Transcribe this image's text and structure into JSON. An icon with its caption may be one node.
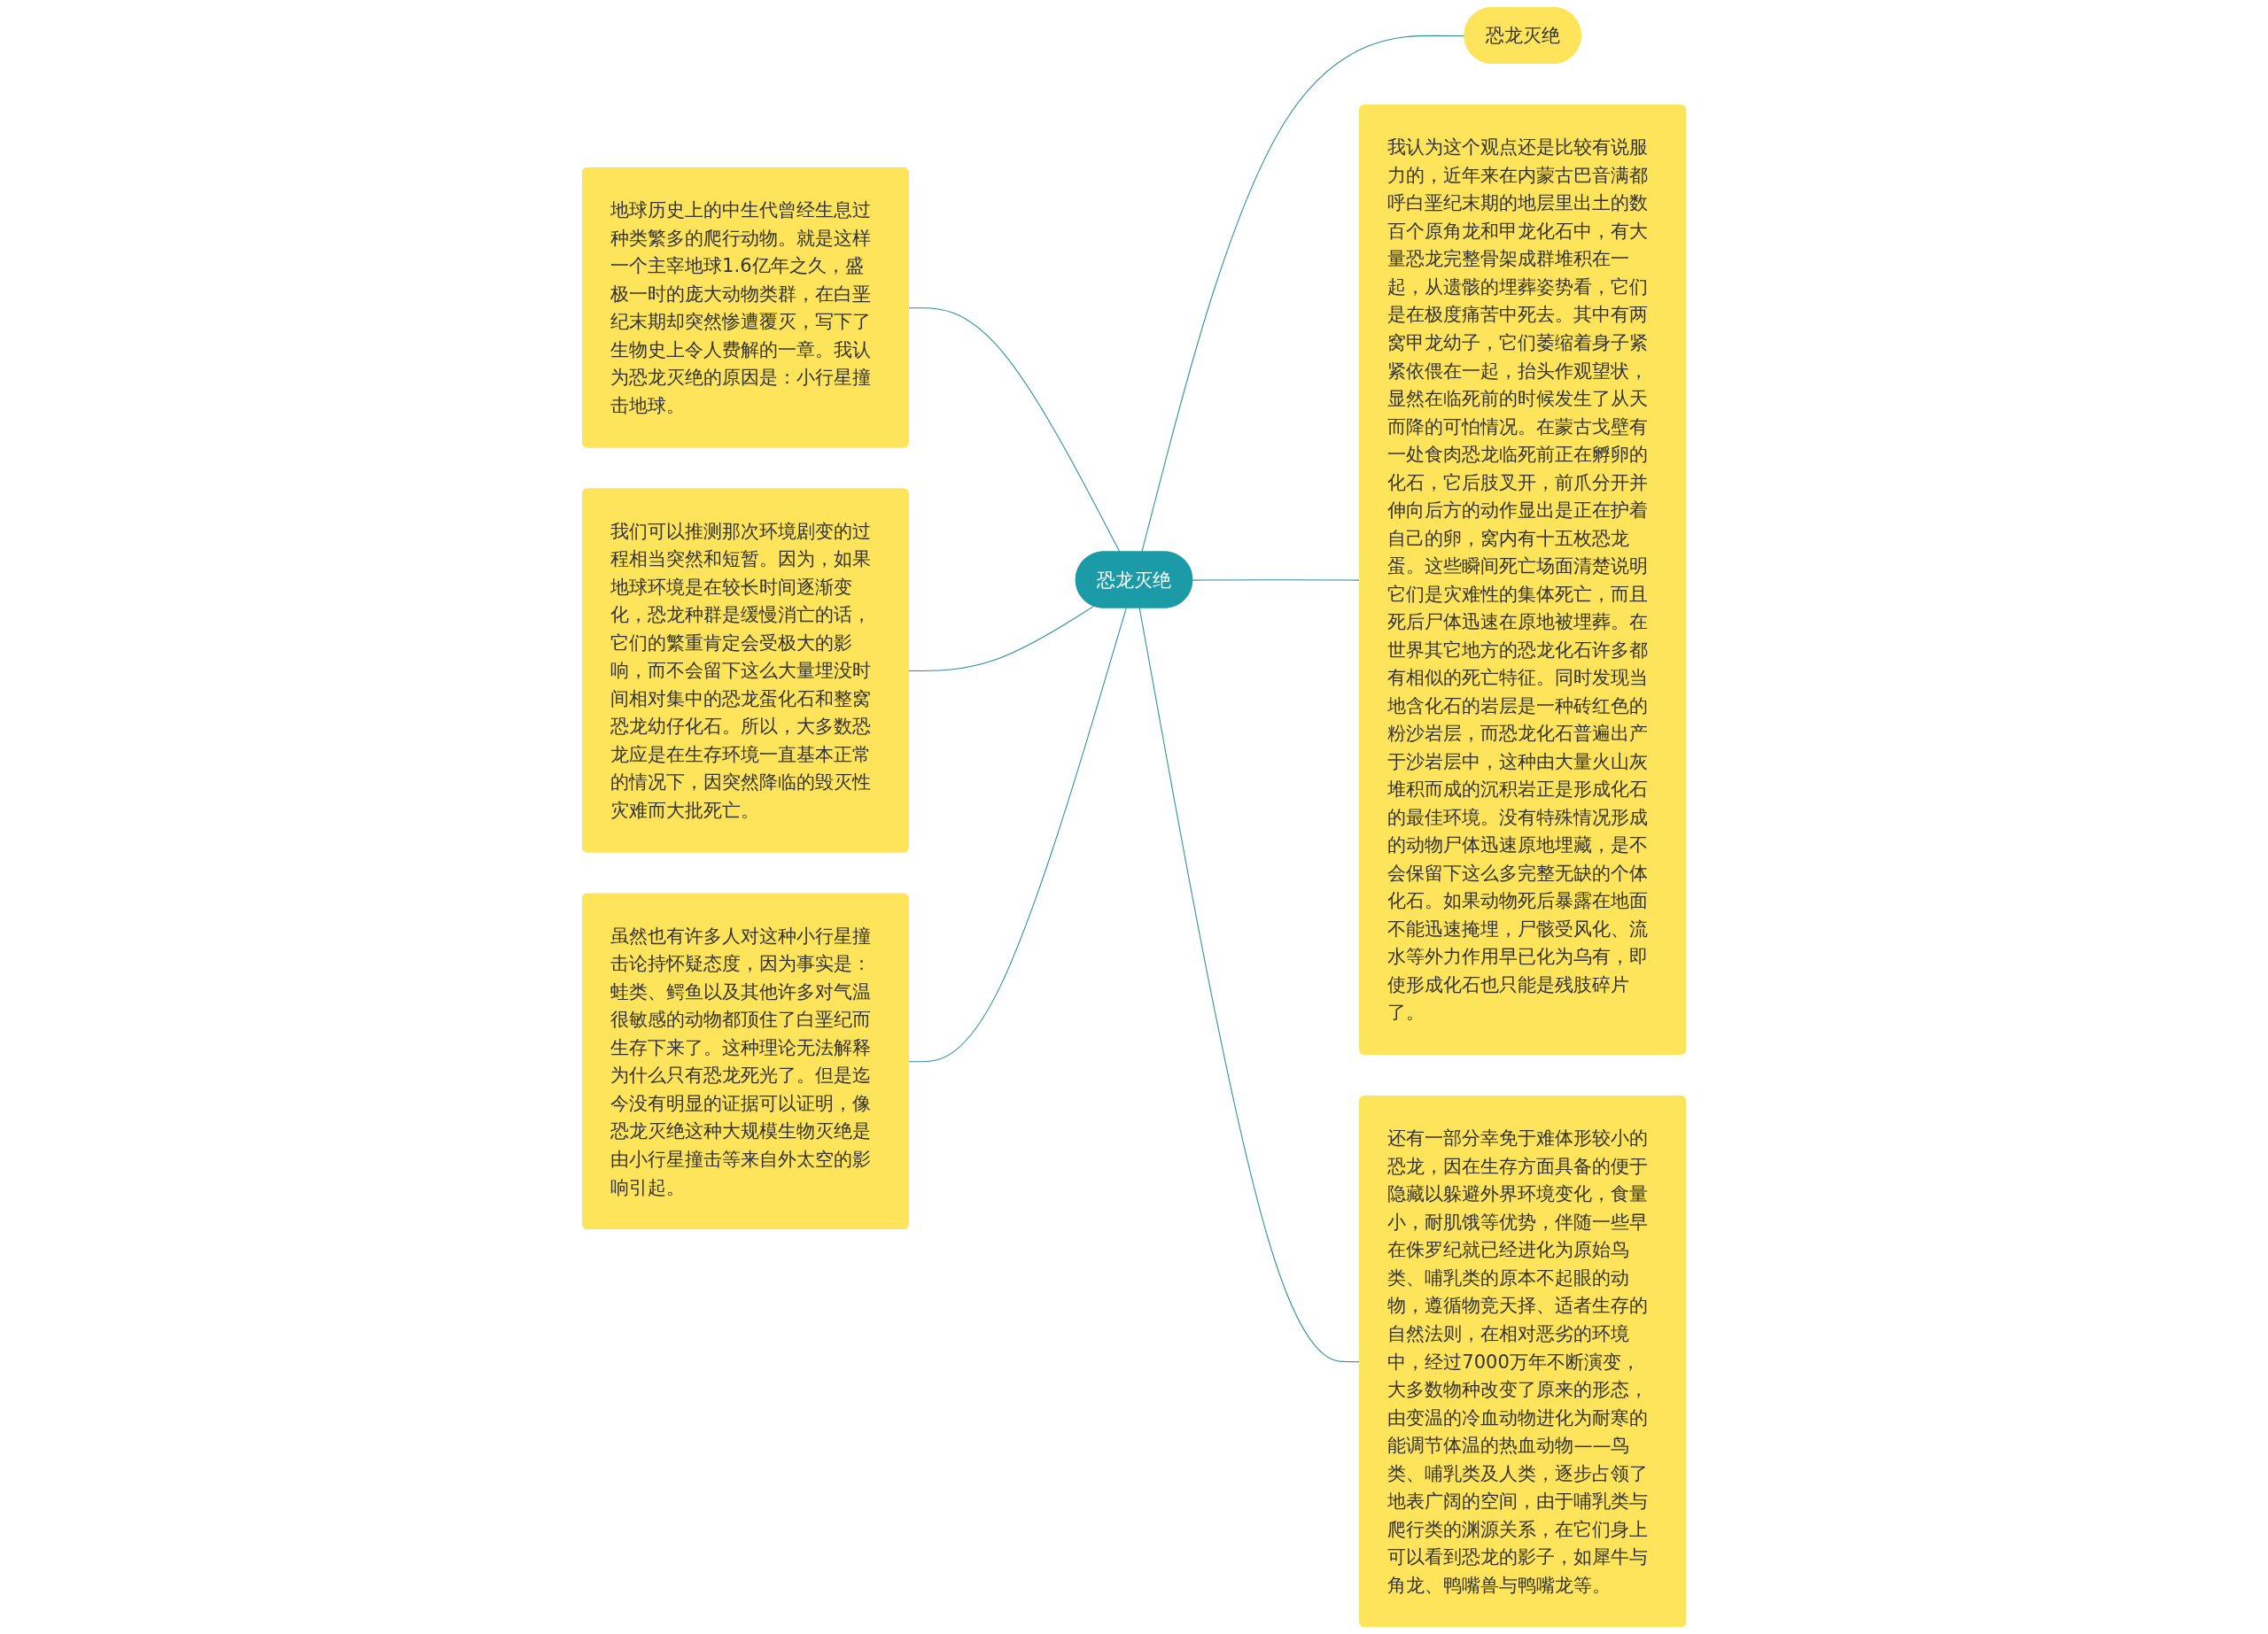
{
  "diagram": {
    "nodes": [
      {
        "text": [
          "恐龙灭绝"
        ]
      },
      {
        "text": [
          "恐龙灭绝"
        ]
      },
      {
        "text": [
          "地球历史上的中生代曾经生息过种类繁多的爬行动物。就是这样一个主宰地球1.6亿年之久，盛极一时的庞大动物类群，在白垩纪末期却突然惨遭覆灭，写下了生物史上令人费解的一章。我认为恐龙灭绝的原因是：小行星撞击地球。"
        ]
      },
      {
        "text": [
          "我们可以推测那次环境剧变的过程相当突然和短暂。因为，如果地球环境是在较长时间逐渐变化，恐龙种群是缓慢消亡的话，它们的繁重肯定会受极大的影响，而不会留下这么大量埋没时间相对集中的恐龙蛋化石和整窝恐龙幼仔化石。所以，大多数恐龙应是在生存环境一直基本正常的情况下，因突然降临的毁灭性灾难而大批死亡。"
        ]
      },
      {
        "text": [
          "虽然也有许多人对这种小行星撞击论持怀疑态度，因为事实是：蛙类、鳄鱼以及其他许多对气温很敏感的动物都顶住了白垩纪而生存下来了。这种理论无法解释为什么只有恐龙死光了。但是迄今没有明显的证据可以证明，像恐龙灭绝这种大规模生物灭绝是由小行星撞击等来自外太空的影响引起。"
        ]
      },
      {
        "text": [
          "我认为这个观点还是比较有说服力的，近年来在内蒙古巴音满都呼白垩纪末期的地层里出土的数百个原角龙和甲龙化石中，有大量恐龙完整骨架成群堆积在一起，从遗骸的埋葬姿势看，它们是在极度痛苦中死去。其中有两窝甲龙幼子，它们萎缩着身子紧紧依偎在一起，抬头作观望状，显然在临死前的时候发生了从天而降的可怕情况。在蒙古戈壁有一处食肉恐龙临死前正在孵卵的化石，它后肢叉开，前爪分开并伸向后方的动作显出是正在护着自己的卵，窝内有十五枚恐龙蛋。这些瞬间死亡场面清楚说明它们是灾难性的集体死亡，而且死后尸体迅速在原地被埋葬。在世界其它地方的恐龙化石许多都有相似的死亡特征。同时发现当地含化石的岩层是一种砖红色的粉沙岩层，而恐龙化石普遍出产于沙岩层中，这种由大量火山灰堆积而成的沉积岩正是形成化石的最佳环境。没有特殊情况形成的动物尸体迅速原地埋藏，是不会保留下这么多完整无缺的个体化石。如果动物死后暴露在地面不能迅速掩埋，尸骸受风化、流水等外力作用早已化为乌有，即使形成化石也只能是残肢碎片了。"
        ]
      },
      {
        "text": [
          "还有一部分幸免于难体形较小的恐龙，因在生存方面具备的便于隐藏以躲避外界环境变化，食量小，耐肌饿等优势，伴随一些早在侏罗纪就已经进化为原始鸟类、哺乳类的原本不起眼的动物，遵循物竞天择、适者生存的自然法则，在相对恶劣的环境中，经过7000万年不断演变，大多数物种改变了原来的形态，由变温的冷血动物进化为耐寒的能调节体温的热血动物——鸟类、哺乳类及人类，逐步占领了地表广阔的空间，由于哺乳类与爬行类的渊源关系，在它们身上可以看到恐龙的影子，如犀牛与角龙、鸭嘴兽与鸭嘴龙等。"
        ]
      }
    ],
    "edges": [
      {
        "from": 0,
        "to": 1,
        "arrow": "none"
      },
      {
        "from": 2,
        "to": 0,
        "arrow": "none"
      },
      {
        "from": 3,
        "to": 0,
        "arrow": "none"
      },
      {
        "from": 4,
        "to": 0,
        "arrow": "none"
      },
      {
        "from": 0,
        "to": 5,
        "arrow": "none"
      },
      {
        "from": 0,
        "to": 6,
        "arrow": "none"
      }
    ]
  }
}
